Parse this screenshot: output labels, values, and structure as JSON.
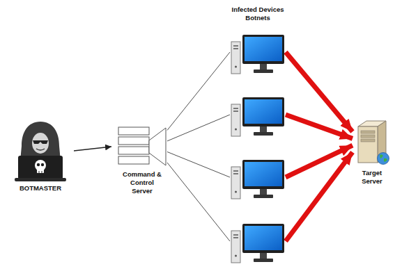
{
  "diagram": {
    "nodes": [
      {
        "text": [
          "BOTMASTER"
        ]
      },
      {
        "text": [
          "Command & Control Server"
        ]
      },
      {
        "text": []
      },
      {
        "text": []
      },
      {
        "text": []
      },
      {
        "text": []
      },
      {
        "text": [
          "Target Server"
        ]
      }
    ],
    "edges": [
      {
        "from": 0,
        "to": 1,
        "arrow": "to"
      },
      {
        "from": 1,
        "to": 2,
        "arrow": "none"
      },
      {
        "from": 1,
        "to": 3,
        "arrow": "none"
      },
      {
        "from": 1,
        "to": 4,
        "arrow": "none"
      },
      {
        "from": 1,
        "to": 5,
        "arrow": "none"
      },
      {
        "from": 2,
        "to": 6,
        "arrow": "to"
      },
      {
        "from": 3,
        "to": 6,
        "arrow": "to"
      },
      {
        "from": 4,
        "to": 6,
        "arrow": "to"
      },
      {
        "from": 5,
        "to": 6,
        "arrow": "to"
      }
    ],
    "labels": [
      "Infected Devices Botnets"
    ]
  }
}
